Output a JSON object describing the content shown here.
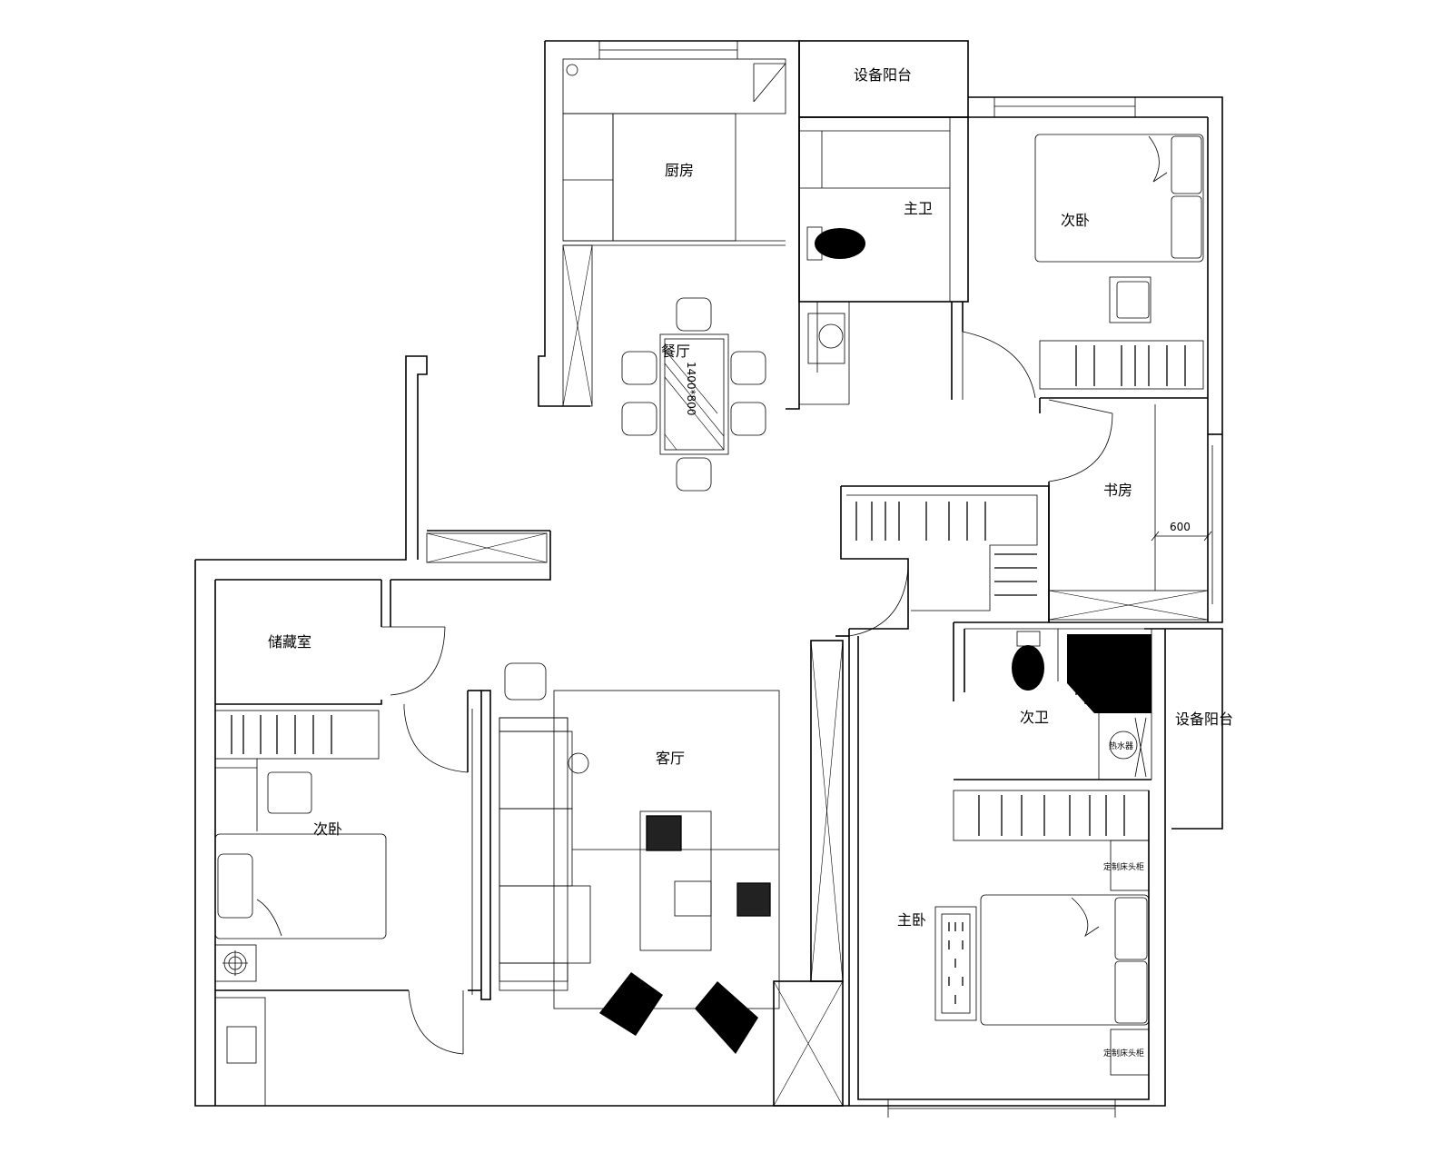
{
  "rooms": {
    "equipment_balcony_top": "设备阳台",
    "kitchen": "厨房",
    "bathroom_main": "主卫",
    "bedroom_ne": "次卧",
    "dining": "餐厅",
    "table_size": "1400*800",
    "study": "书房",
    "study_dim": "600",
    "storage": "储藏室",
    "living_room": "客厅",
    "bedroom_sw": "次卧",
    "bathroom_second": "次卫",
    "equipment_balcony_right": "设备阳台",
    "master_bedroom": "主卧",
    "nightstand_1": "定制床头柜",
    "nightstand_2": "定制床头柜"
  },
  "fixtures": {
    "water_heater_label": "热水器"
  },
  "colors": {
    "line": "#000000",
    "background": "#ffffff"
  }
}
